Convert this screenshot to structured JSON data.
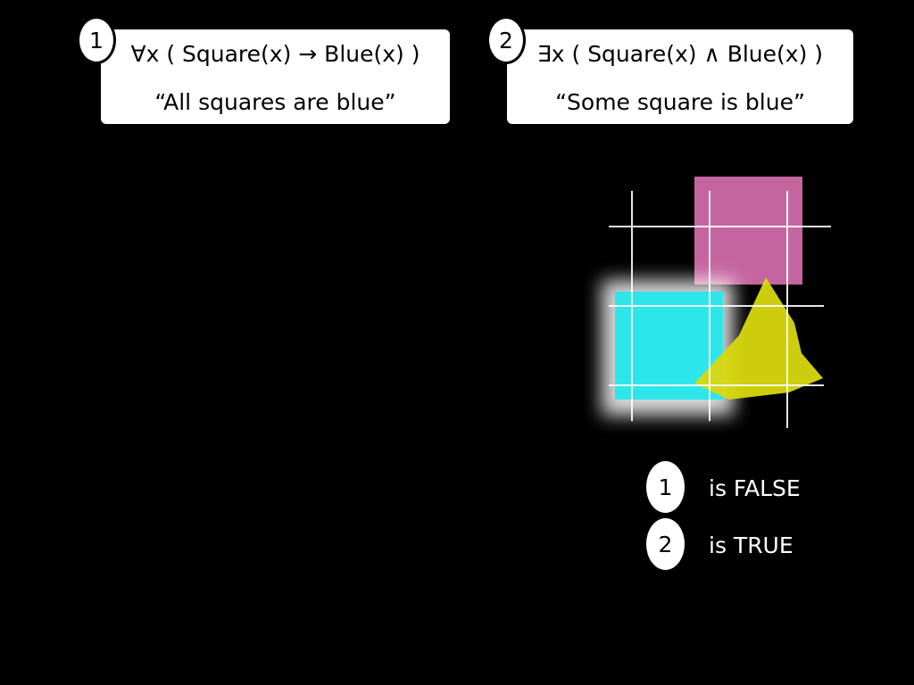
{
  "statements": [
    {
      "number": "1",
      "formula": "∀x ( Square(x) → Blue(x) )",
      "gloss": "“All squares are blue”"
    },
    {
      "number": "2",
      "formula": "∃x ( Square(x) ∧ Blue(x) )",
      "gloss": "“Some square is blue”"
    }
  ],
  "world": {
    "shapes": [
      {
        "kind": "square",
        "color": "blue",
        "fill": "#2de6ea"
      },
      {
        "kind": "square",
        "color": "pink",
        "fill": "#d06aa9"
      },
      {
        "kind": "triangle",
        "color": "yellow",
        "fill": "#d8d80f"
      }
    ],
    "grid_color": "#ffffff"
  },
  "results": [
    {
      "number": "1",
      "text": "is FALSE"
    },
    {
      "number": "2",
      "text": "is TRUE"
    }
  ]
}
